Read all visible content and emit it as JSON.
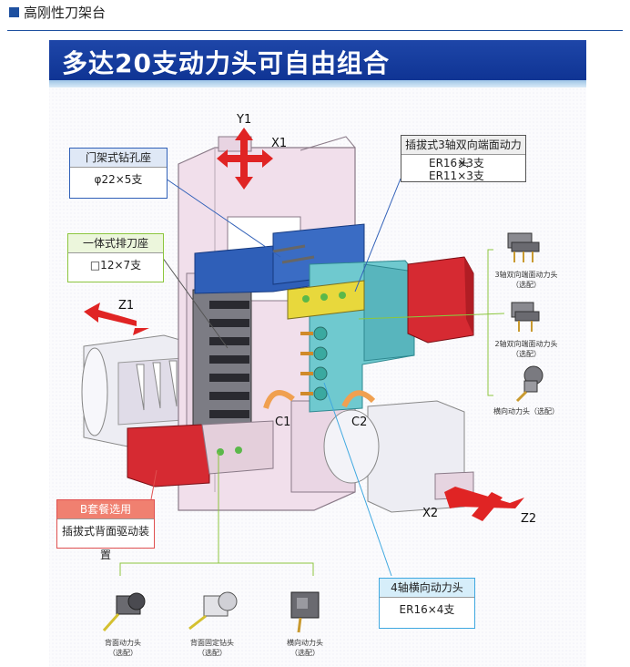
{
  "header": {
    "title": "高刚性刀架台"
  },
  "banner": {
    "title": "多达20支动力头可自由组合"
  },
  "labels": {
    "gantry": {
      "title": "门架式钻孔座",
      "spec": "φ22×5支",
      "color": "#3060b8"
    },
    "gang": {
      "title": "一体式排刀座",
      "spec": "□12×7支",
      "color": "#8cc63e"
    },
    "plugin3": {
      "title": "插拔式3轴双向端面动力头",
      "spec1": "ER16×3支",
      "spec2": "ER11×3支",
      "color": "#555555"
    },
    "setB": {
      "title": "B套餐选用",
      "spec": "插拔式背面驱动装置",
      "color": "#e05050"
    },
    "cross4": {
      "title": "4轴横向动力头",
      "spec": "ER16×4支",
      "color": "#3fa8e0"
    }
  },
  "axes": {
    "y1": "Y1",
    "x1": "X1",
    "z1": "Z1",
    "c1": "C1",
    "c2": "C2",
    "x2": "X2",
    "z2": "Z2"
  },
  "options_right": [
    {
      "line1": "3轴双向端面动力头",
      "line2": "（选配）"
    },
    {
      "line1": "2轴双向端面动力头",
      "line2": "（选配）"
    },
    {
      "line1": "横向动力头（选配）",
      "line2": ""
    }
  ],
  "options_bottom": [
    {
      "line1": "背面动力头",
      "line2": "（选配）"
    },
    {
      "line1": "背面固定钻头",
      "line2": "（选配）"
    },
    {
      "line1": "横向动力头",
      "line2": "（选配）"
    }
  ]
}
